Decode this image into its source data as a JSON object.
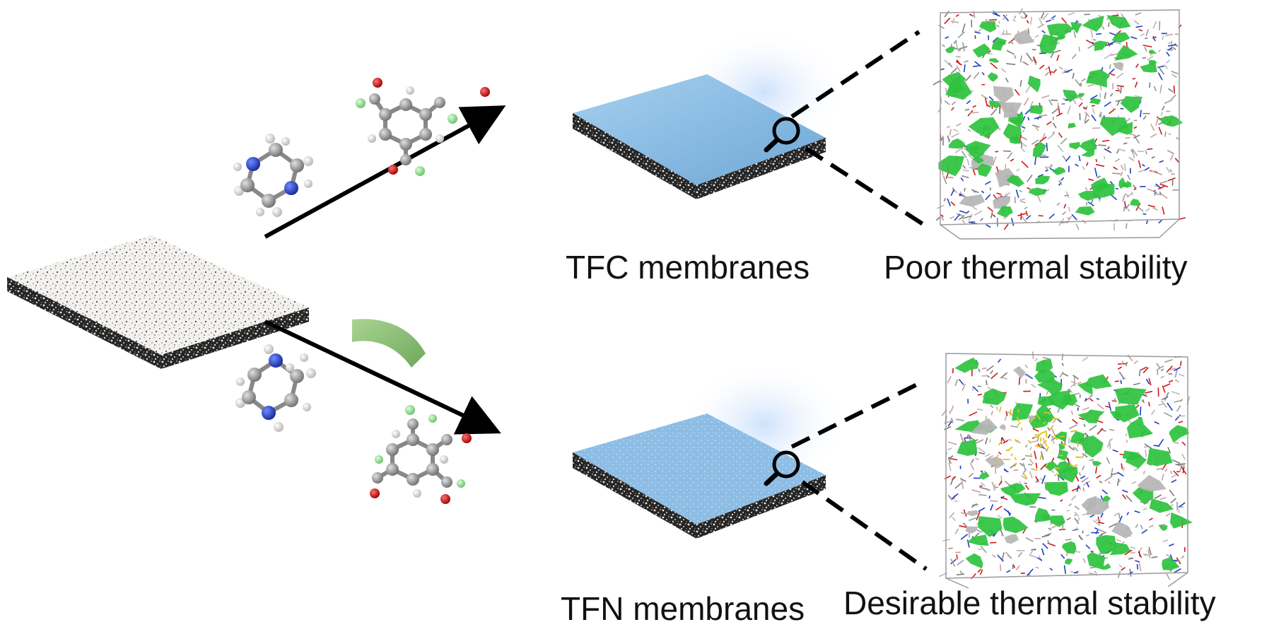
{
  "labels": {
    "tfc_membranes": "TFC membranes",
    "tfn_membranes": "TFN membranes",
    "poor_stability": "Poor thermal stability",
    "desirable_stability": "Desirable thermal stability"
  },
  "colors": {
    "top_layer_blue": "#8dbde4",
    "support_white": "#f4f2ee",
    "support_dark": "#2a2a2a",
    "nanosheet_green": "#8cc07a",
    "network_green": "#2ec23e",
    "atom_carbon": "#a0a0a0",
    "atom_nitrogen": "#1d3fc4",
    "atom_oxygen": "#d01818",
    "atom_chlorine": "#8fd88f",
    "atom_hydrogen": "#f2f2f2",
    "arrow": "#000000"
  }
}
